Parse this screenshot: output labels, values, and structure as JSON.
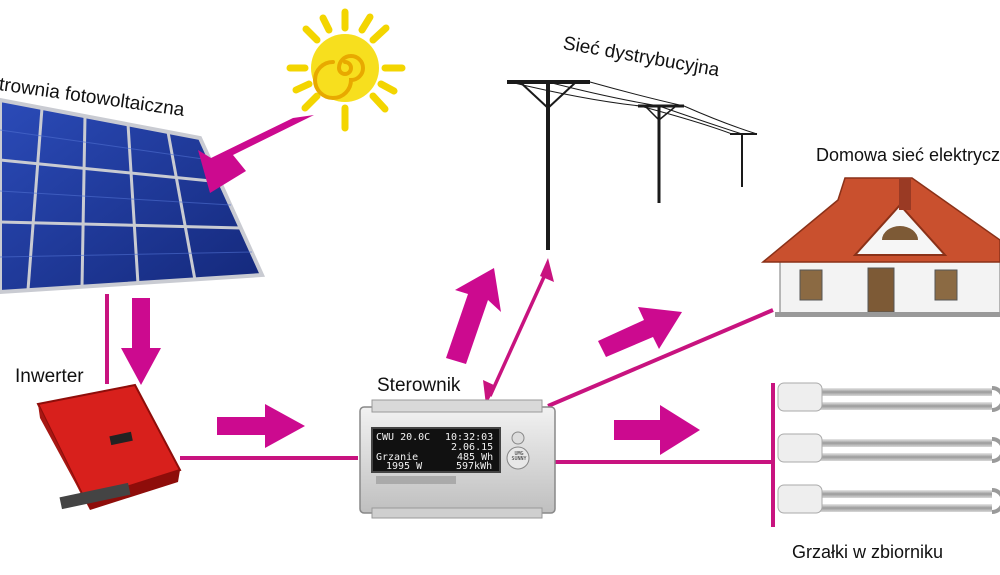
{
  "labels": {
    "pv": "Elektrownia fotowoltaiczna",
    "grid": "Sieć dystrybucyjna",
    "home": "Domowa sieć elektryczna",
    "inverter": "Inwerter",
    "controller": "Sterownik",
    "heaters": "Grzałki w zbiorniku"
  },
  "display": {
    "row1_left": "CWU 20.0C",
    "row1_right": "10:32:03",
    "row2_right": "2.06.15",
    "row3_left": "Grzanie",
    "row3_right": "485 Wh",
    "row4_left": "1995 W",
    "row4_right": "597kWh",
    "button_text": "UMG SUNNY"
  },
  "colors": {
    "arrow": "#cc0a8f",
    "line": "#c8137f",
    "panel": "#1f3a9e",
    "inverter": "#d8201c",
    "roof": "#c9502e"
  }
}
